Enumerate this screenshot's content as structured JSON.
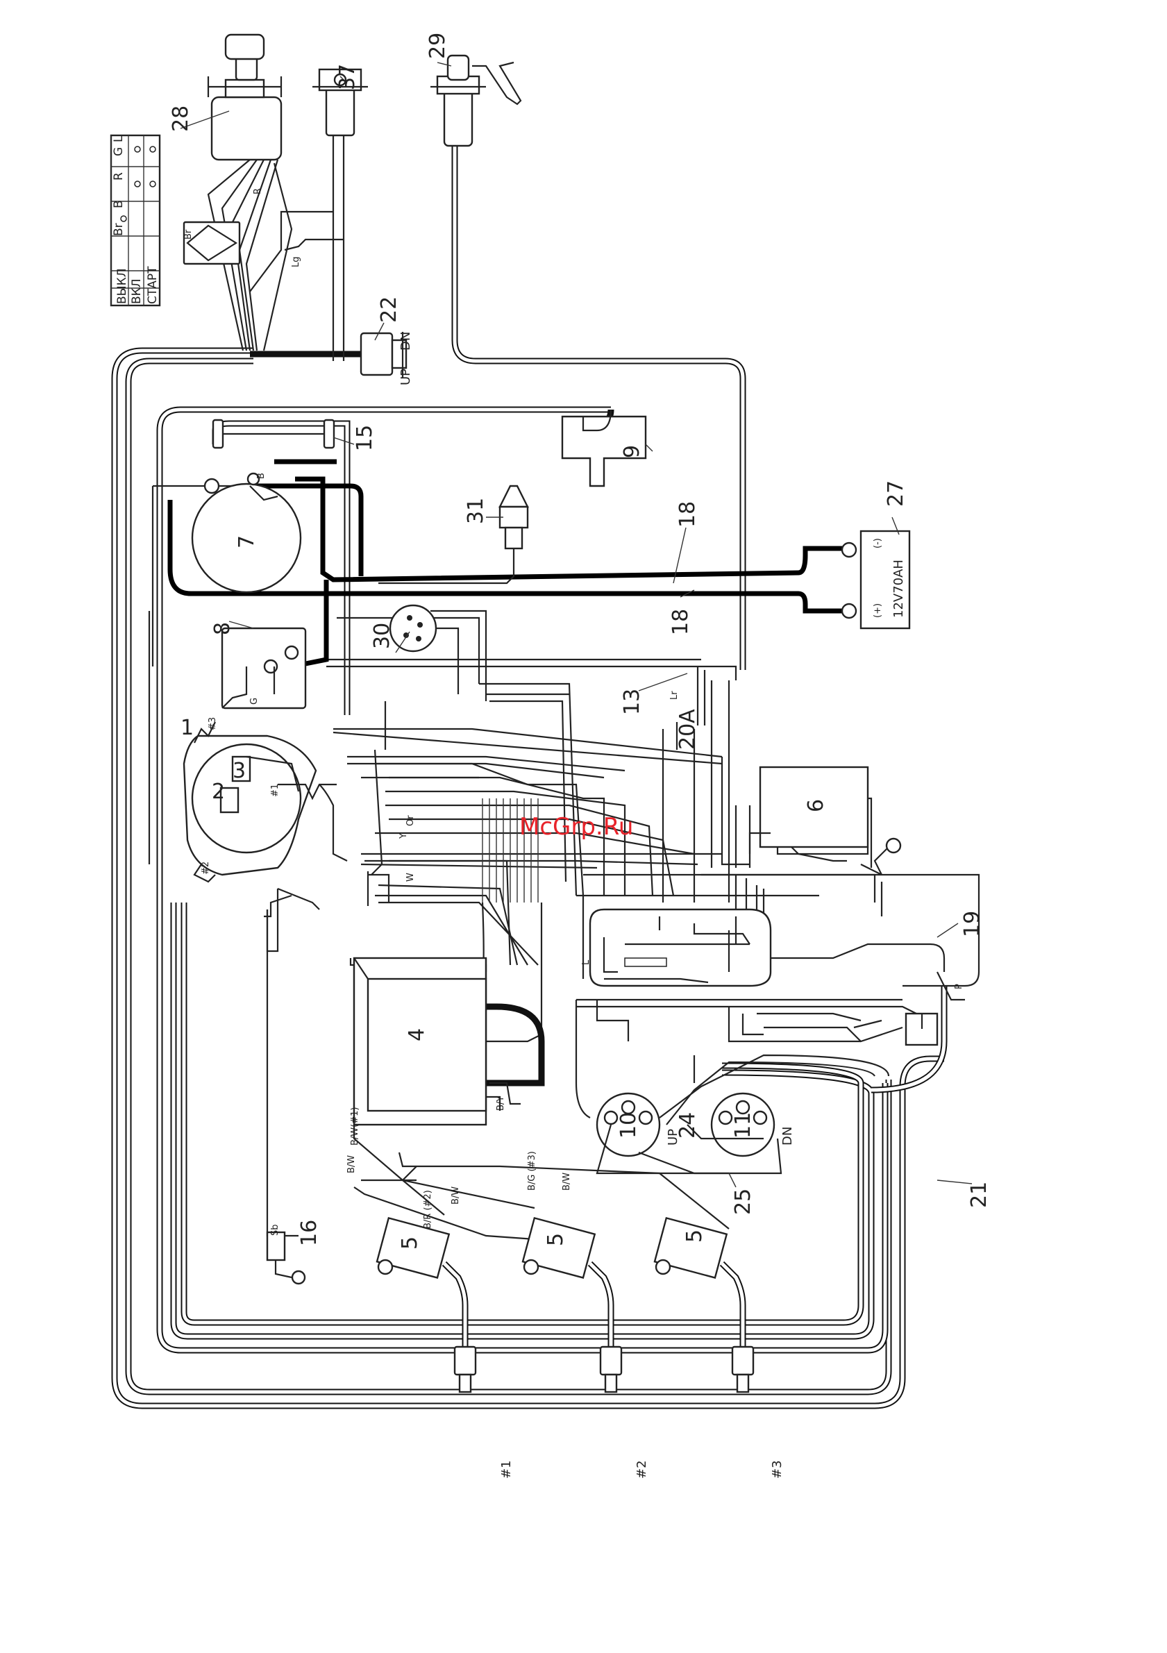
{
  "watermark": "McGrp.Ru",
  "switch_table": {
    "headers": [
      "Br",
      "B",
      "R",
      "G",
      "L"
    ],
    "rows": [
      "ВЫКЛ",
      "ВКЛ",
      "СТАРТ"
    ]
  },
  "callouts": [
    "1",
    "2",
    "3",
    "4",
    "5",
    "5",
    "5",
    "6",
    "7",
    "8",
    "9",
    "10",
    "11",
    "13",
    "15",
    "16",
    "18",
    "18",
    "19",
    "20A",
    "21",
    "22",
    "24",
    "25",
    "27",
    "28",
    "29",
    "30",
    "31",
    "37"
  ],
  "battery_label": "12V70AH",
  "battery_pos": "(+)",
  "battery_neg": "(-)",
  "trim_labels": {
    "up": "UP",
    "dn": "DN",
    "up2": "UP",
    "dn2": "DN"
  },
  "cylinders": [
    "#1",
    "#2",
    "#3"
  ],
  "stator_marks": [
    "#1",
    "#2",
    "#3"
  ],
  "coil_wires": [
    "B/W(#1)",
    "B/W",
    "B/R (#2)",
    "B/W",
    "B/G (#3)",
    "B/W"
  ],
  "wire_codes": [
    "Br",
    "R",
    "B",
    "L",
    "G",
    "Lg",
    "Sb",
    "W",
    "Y",
    "P",
    "Or",
    "B/Y",
    "Lr"
  ]
}
